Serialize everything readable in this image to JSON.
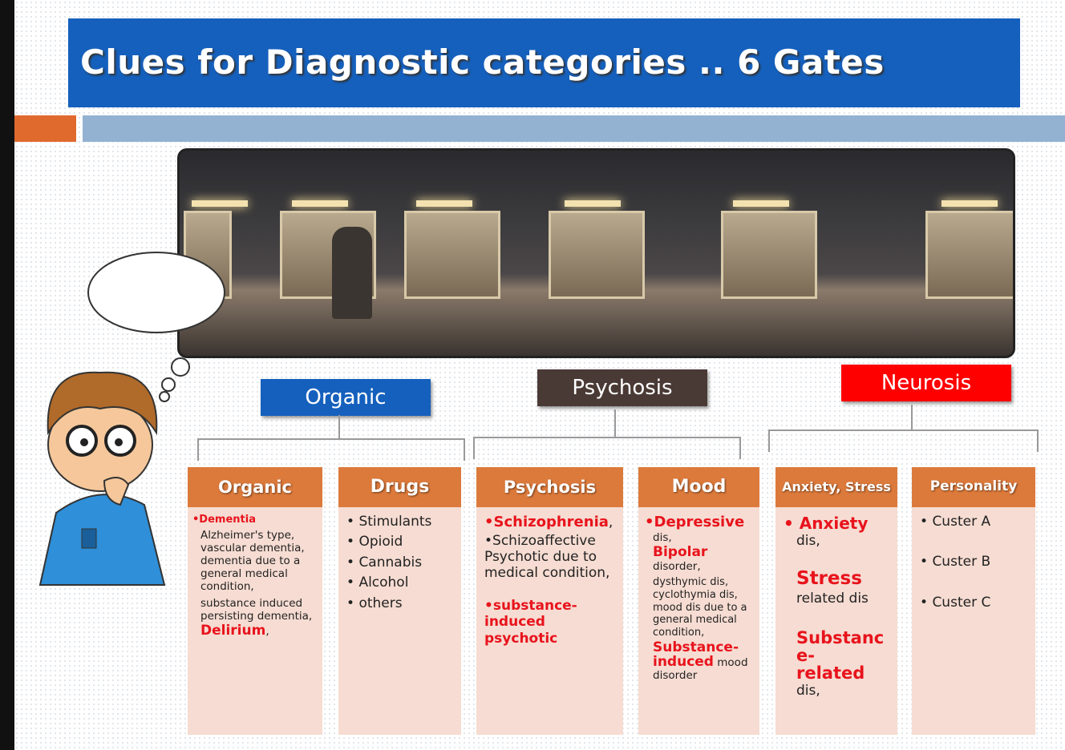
{
  "title": "Clues for Diagnostic categories .. 6 Gates",
  "gates": {
    "organic": "Organic",
    "psychosis": "Psychosis",
    "neurosis": "Neurosis"
  },
  "colors": {
    "title_bg": "#1560bd",
    "organic_gate": "#1560bd",
    "psychosis_gate": "#4a3a35",
    "neurosis_gate": "#ff0000",
    "column_header": "#dc7a3c",
    "column_body": "#f6dcd2",
    "highlight": "#e8131c"
  },
  "columns": {
    "organic": {
      "header": "Organic",
      "t1": "•Dementia",
      "t2": "Alzheimer's type, vascular dementia, dementia due to a general medical condition,",
      "t3": "substance induced persisting dementia,",
      "t4": "Delirium",
      ",": ","
    },
    "drugs": {
      "header": "Drugs",
      "items": [
        "Stimulants",
        "Opioid",
        "Cannabis",
        "Alcohol",
        "others"
      ]
    },
    "psychosis": {
      "header": "Psychosis",
      "t1": "•Schizophrenia",
      ",": ",",
      "t2": "•Schizoaffective Psychotic due to medical condition,",
      "t3": "•substance-induced psychotic"
    },
    "mood": {
      "header": "Mood",
      "t1": "•Depressive",
      "t2": "dis,",
      "t3": "Bipolar",
      "t4": "disorder,",
      "t5": "dysthymic dis, cyclothymia dis, mood dis due to a general medical condition,",
      "t6": "Substance-induced",
      "t7": " mood disorder"
    },
    "anxiety": {
      "header": "Anxiety, Stress",
      "t1": "• Anxiety",
      "t2": "dis,",
      "t3": "Stress",
      "t4": "related dis",
      "t5": "Substanc e-related",
      "t6": "dis,"
    },
    "personality": {
      "header": "Personality",
      "items": [
        "Custer A",
        "Custer B",
        "Custer C"
      ]
    }
  }
}
